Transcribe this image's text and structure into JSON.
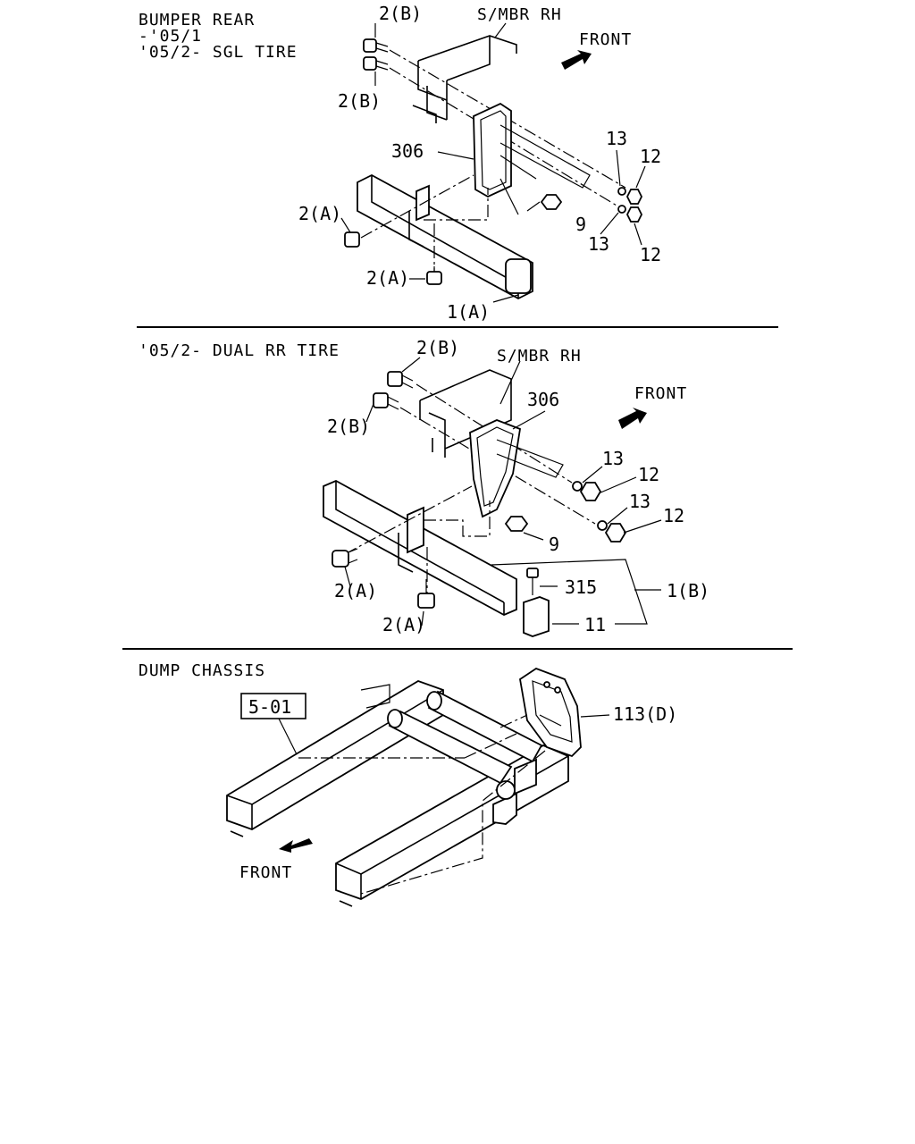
{
  "sections": [
    {
      "id": "sgl",
      "heading_lines": [
        "BUMPER REAR",
        "-'05/1",
        "'05/2- SGL TIRE"
      ],
      "labels": {
        "bolt_b_top": "2(B)",
        "bolt_b_bottom": "2(B)",
        "side_member": "S/MBR RH",
        "front": "FRONT",
        "bracket": "306",
        "washer_top": "13",
        "nut_top": "12",
        "washer_bottom": "13",
        "nut_bottom": "12",
        "bolt_a_side": "2(A)",
        "bolt_a_bottom": "2(A)",
        "nut_9": "9",
        "bumper": "1(A)"
      }
    },
    {
      "id": "dual",
      "heading_lines": [
        "'05/2- DUAL RR TIRE"
      ],
      "labels": {
        "bolt_b_top": "2(B)",
        "bolt_b_bottom": "2(B)",
        "side_member": "S/MBR RH",
        "bracket": "306",
        "front": "FRONT",
        "washer_top": "13",
        "nut_top": "12",
        "washer_bottom": "13",
        "nut_bottom": "12",
        "nut_9": "9",
        "bolt_a_side": "2(A)",
        "bolt_a_bottom": "2(A)",
        "bolt_315": "315",
        "bumper": "1(B)",
        "pad_11": "11"
      }
    },
    {
      "id": "dump",
      "heading_lines": [
        "DUMP CHASSIS"
      ],
      "labels": {
        "ref_box": "5-01",
        "bracket": "113(D)",
        "front": "FRONT"
      }
    }
  ]
}
